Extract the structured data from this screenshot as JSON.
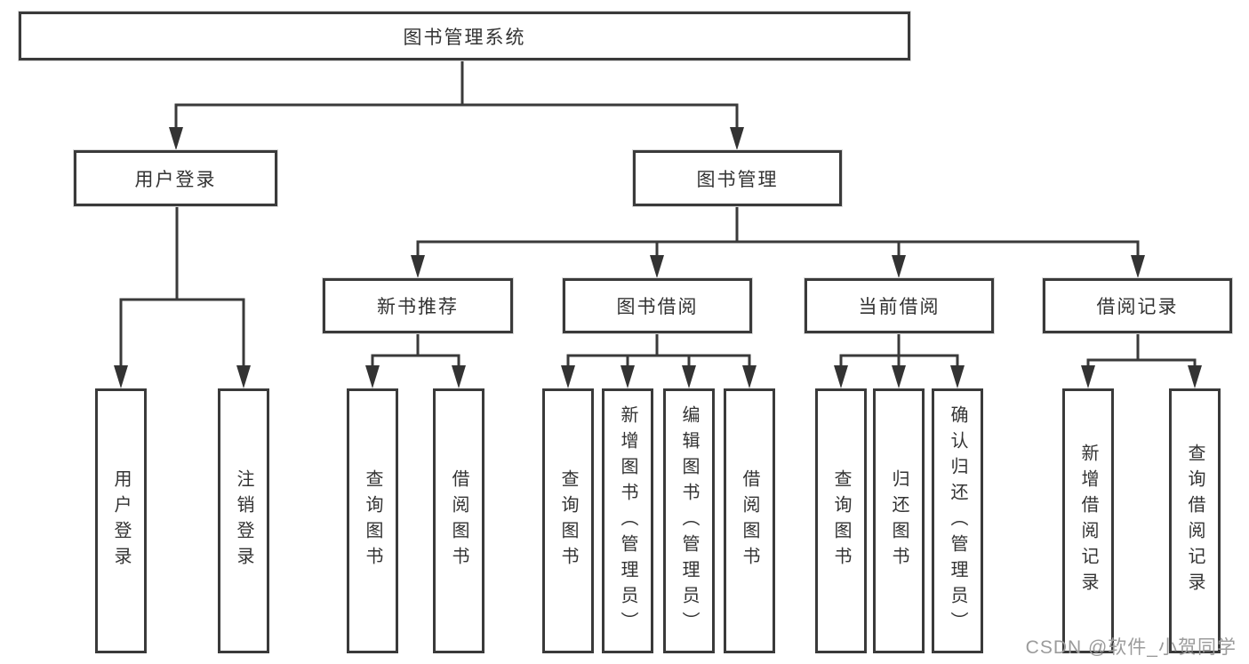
{
  "diagram": {
    "root": {
      "label": "图书管理系统"
    },
    "branches": [
      {
        "label": "用户登录",
        "leaves": [
          "用户登录",
          "注销登录"
        ]
      },
      {
        "label": "图书管理",
        "groups": [
          {
            "label": "新书推荐",
            "leaves": [
              "查询图书",
              "借阅图书"
            ]
          },
          {
            "label": "图书借阅",
            "leaves": [
              "查询图书",
              "新增图书（管理员）",
              "编辑图书（管理员）",
              "借阅图书"
            ]
          },
          {
            "label": "当前借阅",
            "leaves": [
              "查询图书",
              "归还图书",
              "确认归还（管理员）"
            ]
          },
          {
            "label": "借阅记录",
            "leaves": [
              "新增借阅记录",
              "查询借阅记录"
            ]
          }
        ]
      }
    ]
  },
  "watermark": {
    "text": "CSDN @软件_小贺同学"
  },
  "colors": {
    "line": "#3a3a3a",
    "box_border": "#3a3a3a",
    "text": "#333333",
    "watermark": "#9b9b9b",
    "background": "#ffffff"
  }
}
